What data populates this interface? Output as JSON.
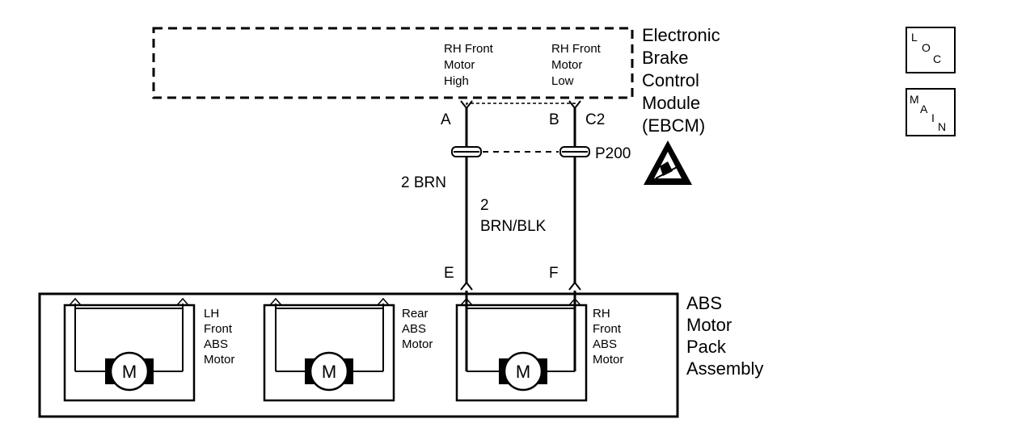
{
  "ebcm": {
    "title_lines": [
      "Electronic",
      "Brake",
      "Control",
      "Module",
      "(EBCM)"
    ],
    "high_label": [
      "RH Front",
      "Motor",
      "High"
    ],
    "low_label": [
      "RH Front",
      "Motor",
      "Low"
    ],
    "pin_a": "A",
    "pin_b": "B",
    "connector": "C2"
  },
  "inline_connector": "P200",
  "wires": {
    "left_gauge": "2 BRN",
    "right_gauge": "2",
    "right_color": "BRN/BLK"
  },
  "pack": {
    "pin_e": "E",
    "pin_f": "F",
    "title_lines": [
      "ABS",
      "Motor",
      "Pack",
      "Assembly"
    ],
    "motors": [
      {
        "label_lines": [
          "LH",
          "Front",
          "ABS",
          "Motor"
        ],
        "symbol": "M"
      },
      {
        "label_lines": [
          "Rear",
          "ABS",
          "Motor"
        ],
        "symbol": "M"
      },
      {
        "label_lines": [
          "RH",
          "Front",
          "ABS",
          "Motor"
        ],
        "symbol": "M"
      }
    ]
  },
  "nav_buttons": [
    {
      "chars": [
        "L",
        "O",
        "C"
      ],
      "icon": "loc-button"
    },
    {
      "chars": [
        "M",
        "A",
        "I",
        "N"
      ],
      "icon": "main-button"
    }
  ],
  "icons": [
    "esd-sensitive-icon"
  ],
  "colors": {
    "line": "#000000",
    "background": "#ffffff"
  }
}
